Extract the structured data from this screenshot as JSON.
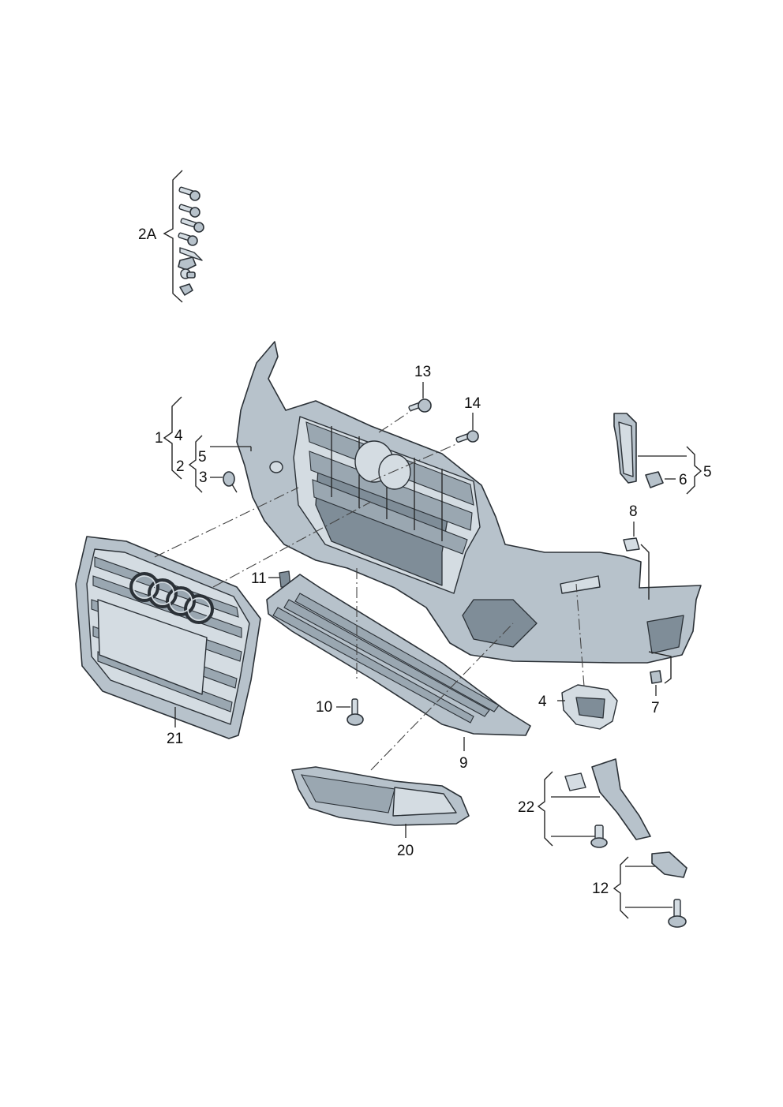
{
  "labels": {
    "l_2a": "2A",
    "l_13": "13",
    "l_14": "14",
    "l_1": "1",
    "l_4a": "4",
    "l_2": "2",
    "l_5a": "5",
    "l_3": "3",
    "l_5b": "5",
    "l_6": "6",
    "l_8": "8",
    "l_11": "11",
    "l_4b": "4",
    "l_7": "7",
    "l_10": "10",
    "l_21": "21",
    "l_9": "9",
    "l_22": "22",
    "l_20": "20",
    "l_12": "12"
  },
  "colors": {
    "part_fill": "#b7c2cb",
    "outline": "#2b3137",
    "text": "#111111"
  }
}
